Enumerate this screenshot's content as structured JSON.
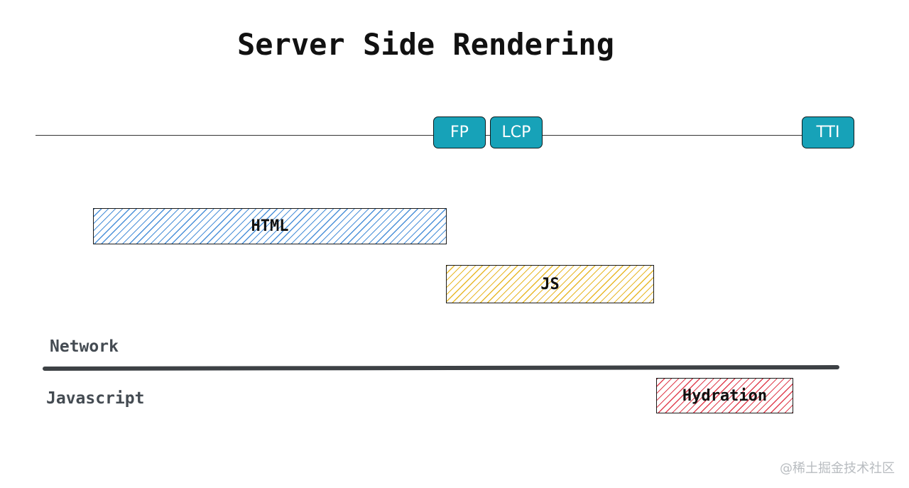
{
  "title": "Server Side Rendering",
  "timeline": {
    "markers": [
      {
        "label": "FP",
        "color": "#17a2b8"
      },
      {
        "label": "LCP",
        "color": "#17a2b8"
      },
      {
        "label": "TTI",
        "color": "#17a2b8"
      }
    ]
  },
  "bars": {
    "html": {
      "label": "HTML",
      "color": "#4a90d9"
    },
    "js": {
      "label": "JS",
      "color": "#e8b82a"
    },
    "hydration": {
      "label": "Hydration",
      "color": "#e04050"
    }
  },
  "lanes": {
    "network": "Network",
    "javascript": "Javascript"
  },
  "watermark": "@稀土掘金技术社区"
}
